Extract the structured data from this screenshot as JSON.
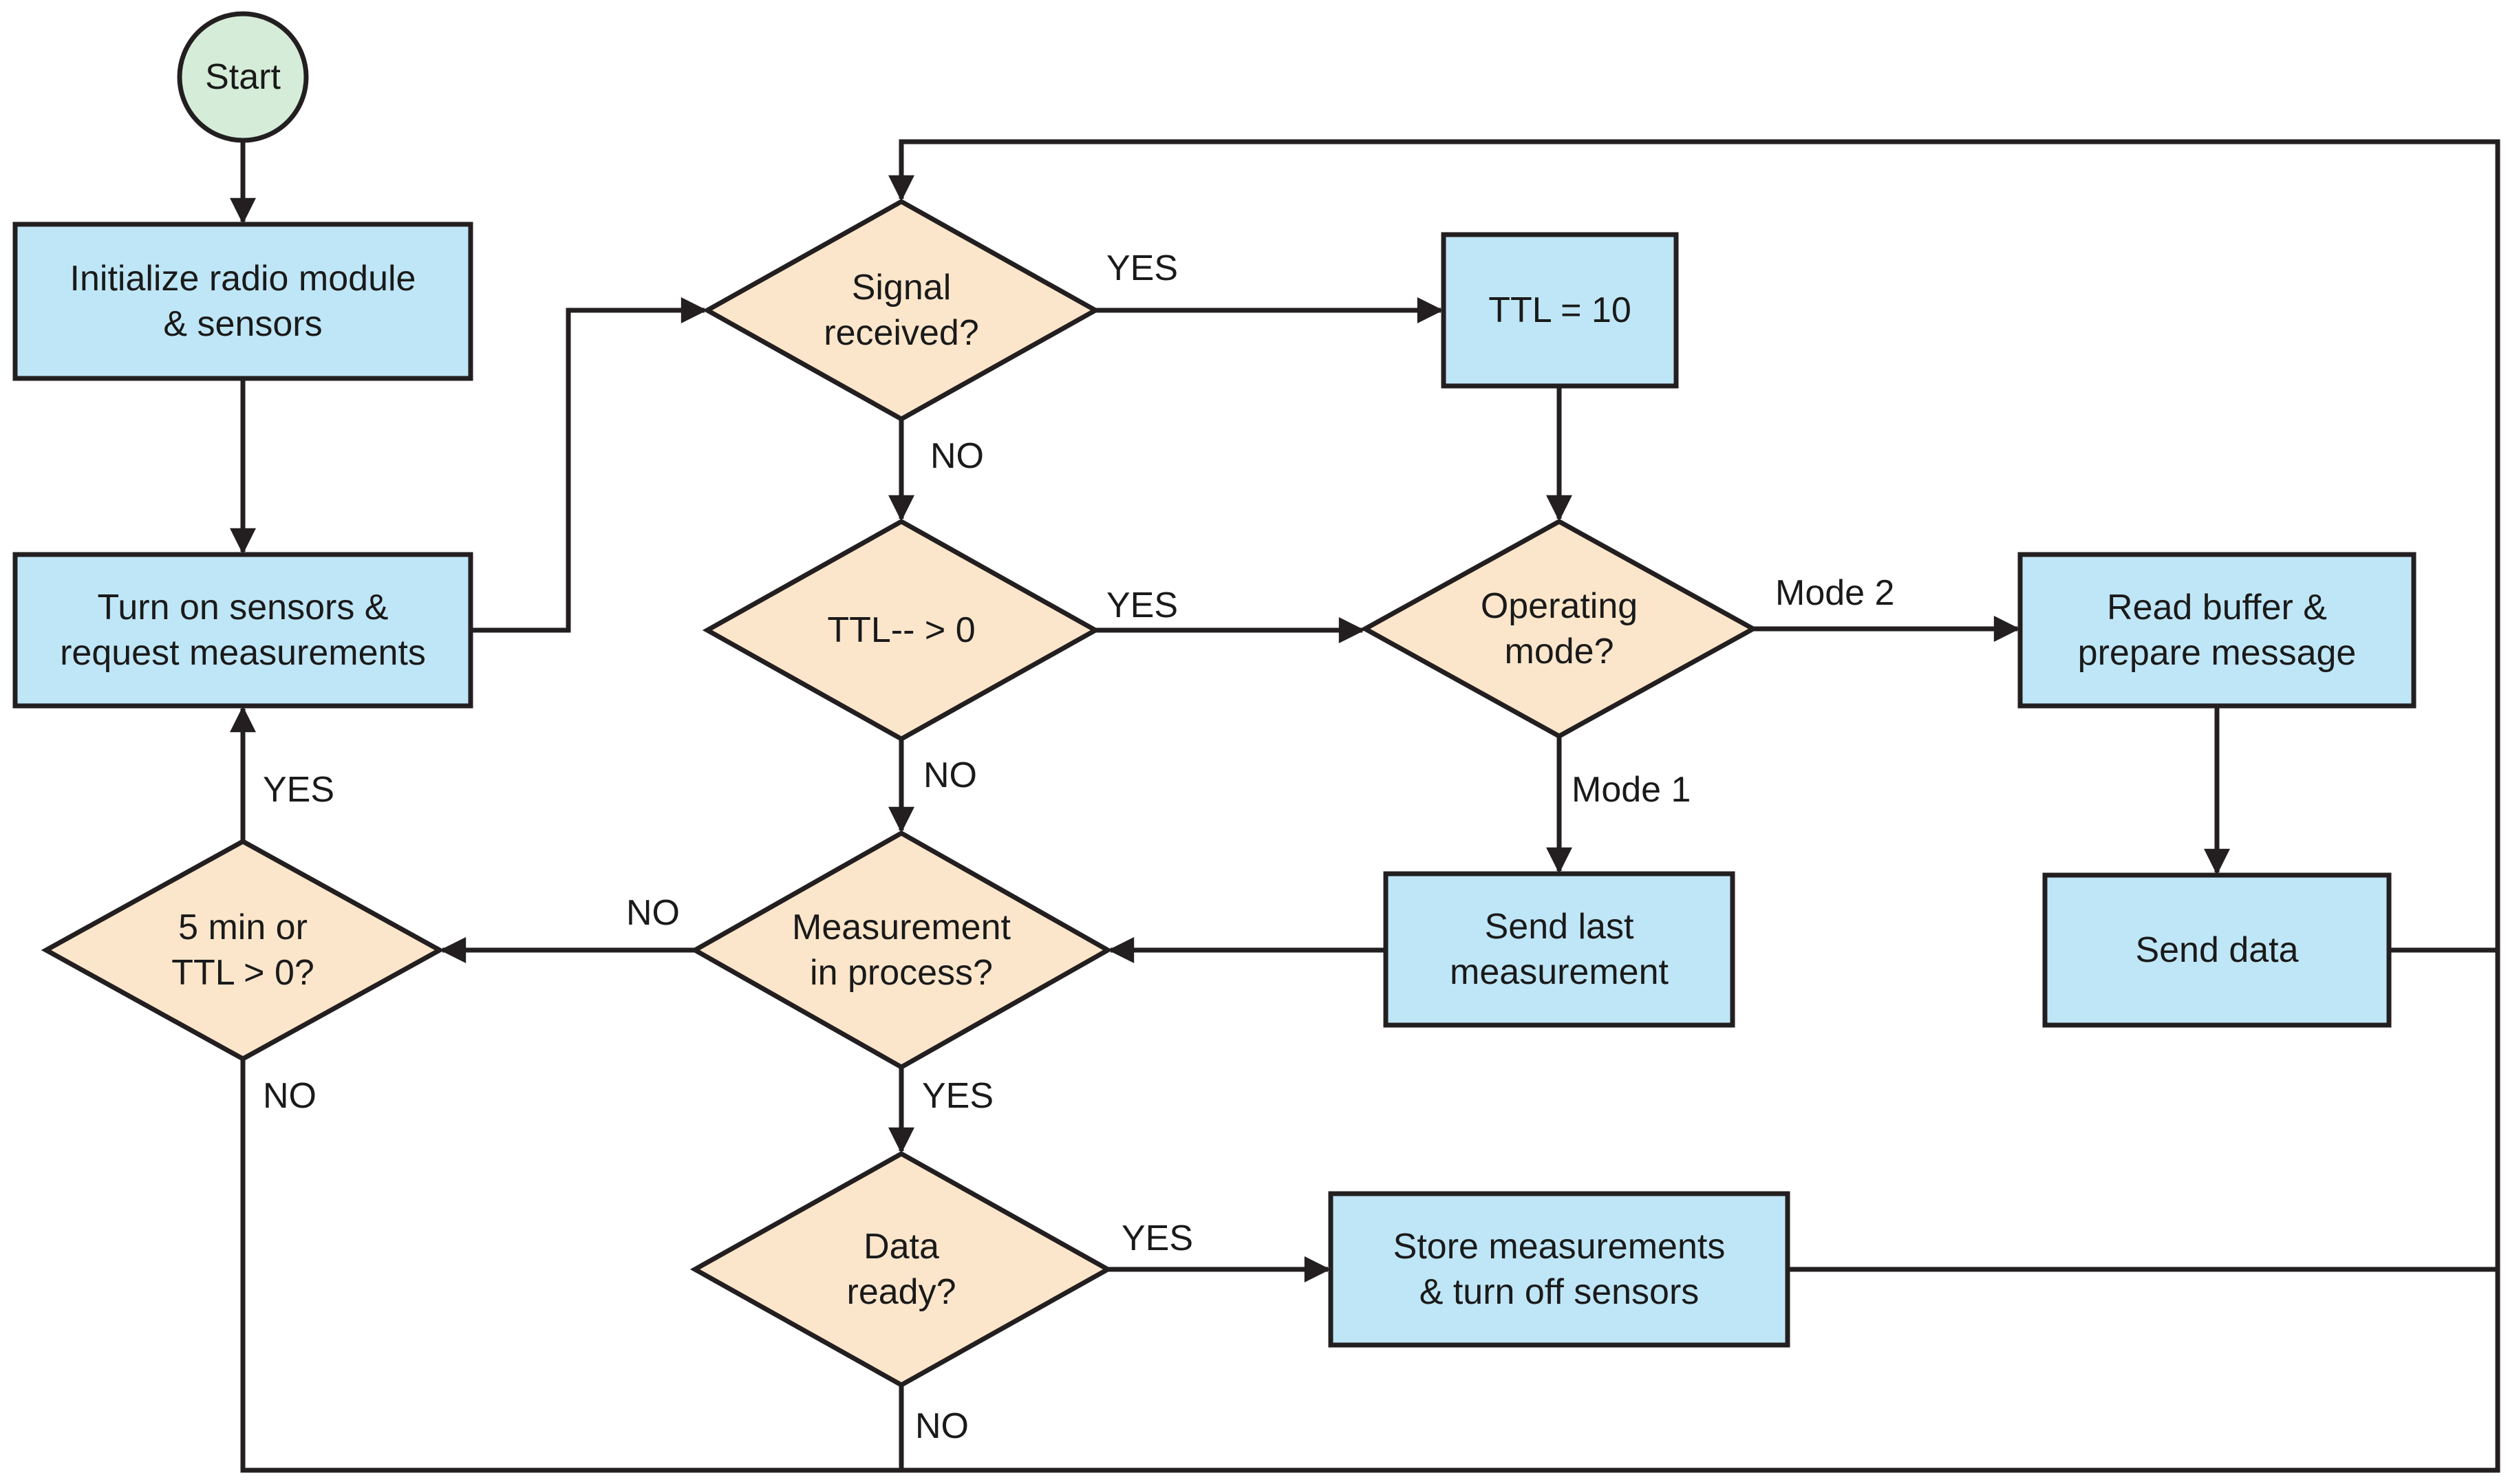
{
  "colors": {
    "start": "#d5ecd9",
    "process": "#bfe6f6",
    "decision": "#fbe6cb",
    "stroke": "#231f20",
    "text": "#1a1a1a"
  },
  "nodes": {
    "start": {
      "shape": "circle",
      "lines": [
        "Start"
      ]
    },
    "init": {
      "shape": "rect",
      "lines": [
        "Initialize radio module",
        "& sensors"
      ]
    },
    "turn_on": {
      "shape": "rect",
      "lines": [
        "Turn on sensors &",
        "request measurements"
      ]
    },
    "signal": {
      "shape": "diamond",
      "lines": [
        "Signal",
        "received?"
      ]
    },
    "ttl_set": {
      "shape": "rect",
      "lines": [
        "TTL = 10"
      ]
    },
    "ttl_dec": {
      "shape": "diamond",
      "lines": [
        "TTL--  >  0"
      ]
    },
    "op_mode": {
      "shape": "diamond",
      "lines": [
        "Operating",
        "mode?"
      ]
    },
    "read_buffer": {
      "shape": "rect",
      "lines": [
        "Read buffer &",
        "prepare message"
      ]
    },
    "send_last": {
      "shape": "rect",
      "lines": [
        "Send last",
        "measurement"
      ]
    },
    "send_data": {
      "shape": "rect",
      "lines": [
        "Send data"
      ]
    },
    "meas_proc": {
      "shape": "diamond",
      "lines": [
        "Measurement",
        "in process?"
      ]
    },
    "five_min": {
      "shape": "diamond",
      "lines": [
        "5 min or",
        "TTL > 0?"
      ]
    },
    "data_ready": {
      "shape": "diamond",
      "lines": [
        "Data",
        "ready?"
      ]
    },
    "store": {
      "shape": "rect",
      "lines": [
        "Store measurements",
        "& turn off sensors"
      ]
    }
  },
  "edge_labels": {
    "signal_yes": "YES",
    "signal_no": "NO",
    "ttl_dec_yes": "YES",
    "ttl_dec_no": "NO",
    "mode_2": "Mode 2",
    "mode_1": "Mode 1",
    "meas_no": "NO",
    "meas_yes": "YES",
    "five_min_yes": "YES",
    "five_min_no": "NO",
    "data_ready_yes": "YES",
    "data_ready_no": "NO"
  }
}
